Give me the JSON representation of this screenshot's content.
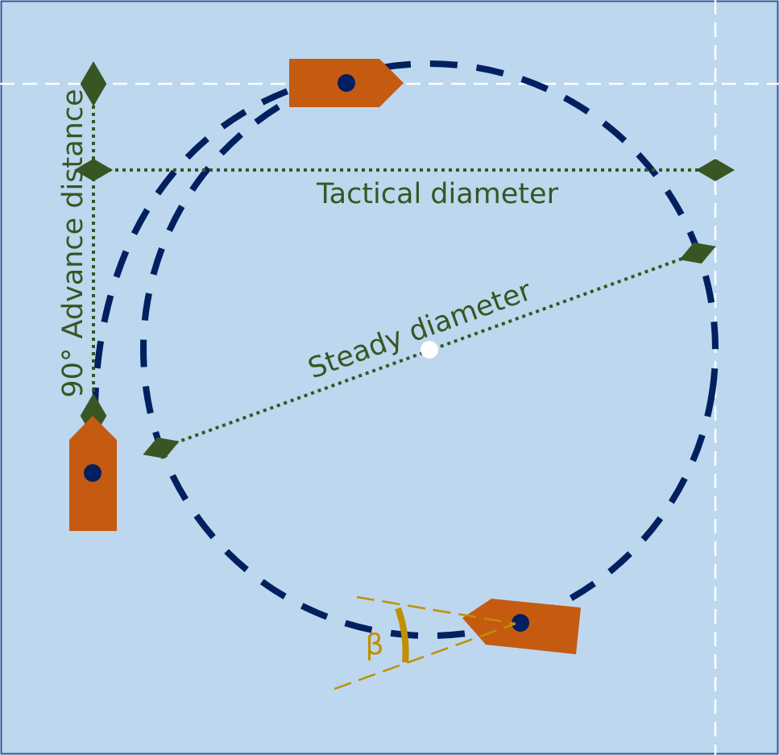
{
  "labels": {
    "tactical_diameter": "Tactical diameter",
    "steady_diameter": "Steady diameter",
    "advance_distance": "90° Advance distance",
    "drift_angle": "β"
  },
  "colors": {
    "water": "#bdd7ee",
    "frame": "#2f5597",
    "track": "#002060",
    "ship": "#c55a11",
    "dimension": "#375623",
    "angle": "#bf9000",
    "reference": "#ffffff"
  },
  "icons": {
    "ship_start": "ship-pointing-up",
    "ship_top": "ship-pointing-right",
    "ship_bottom": "ship-pointing-left"
  }
}
